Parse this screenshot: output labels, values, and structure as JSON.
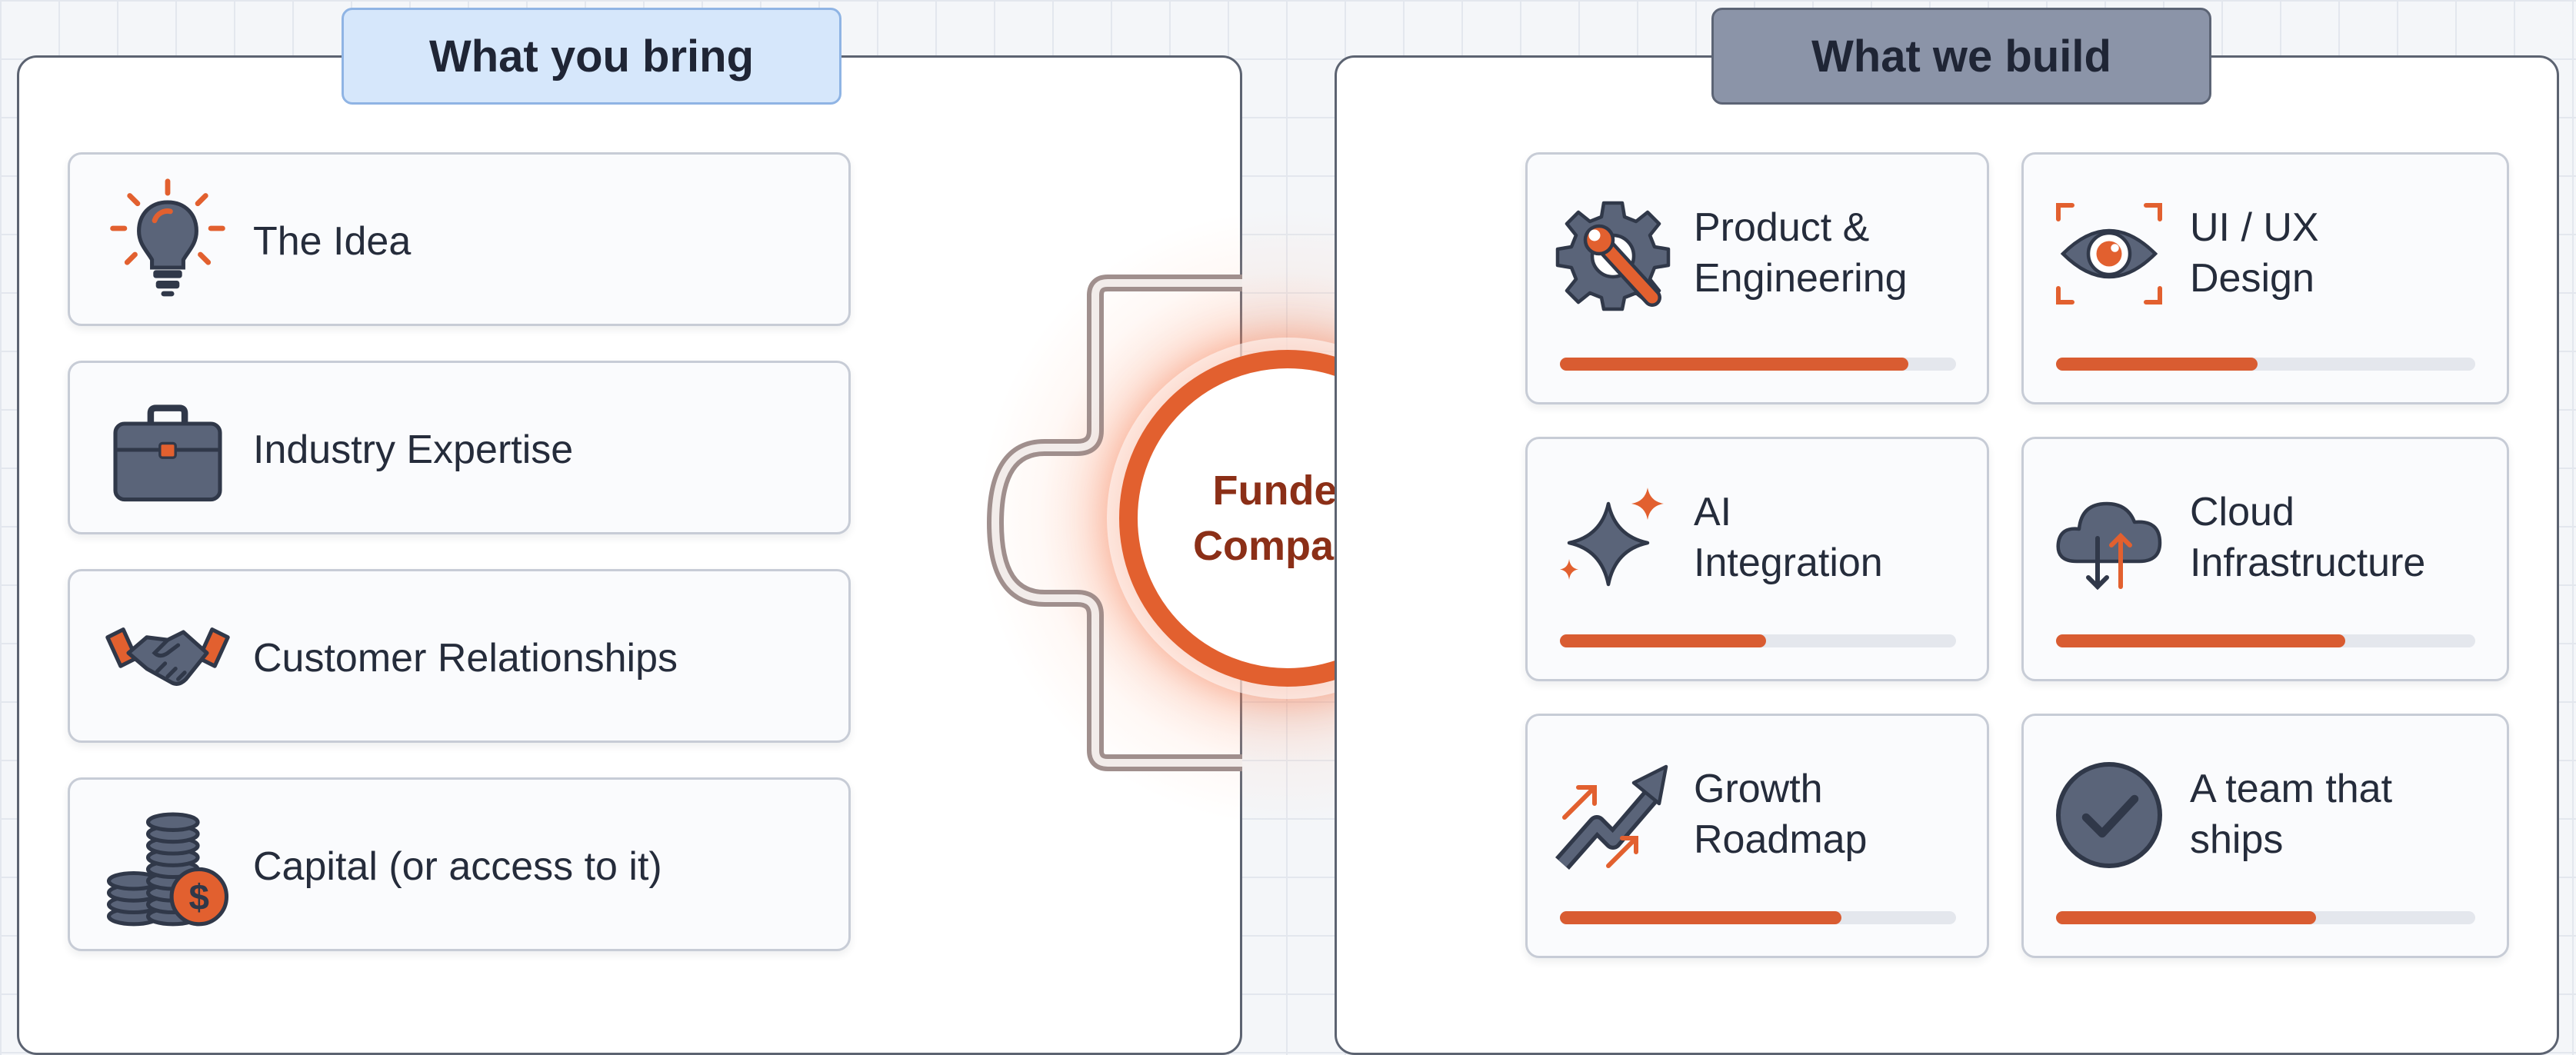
{
  "left_panel": {
    "title": "What you bring",
    "items": [
      {
        "label": "The Idea",
        "icon": "lightbulb-icon"
      },
      {
        "label": "Industry Expertise",
        "icon": "briefcase-icon"
      },
      {
        "label": "Customer Relationships",
        "icon": "handshake-icon"
      },
      {
        "label": "Capital (or access to it)",
        "icon": "coins-icon"
      }
    ]
  },
  "right_panel": {
    "title": "What we build",
    "items": [
      {
        "line1": "Product &",
        "line2": "Engineering",
        "icon": "gear-wrench-icon",
        "progress": 0.88
      },
      {
        "line1": "UI / UX",
        "line2": "Design",
        "icon": "eye-icon",
        "progress": 0.48
      },
      {
        "line1": "AI",
        "line2": "Integration",
        "icon": "sparkle-icon",
        "progress": 0.52
      },
      {
        "line1": "Cloud",
        "line2": "Infrastructure",
        "icon": "cloud-icon",
        "progress": 0.69
      },
      {
        "line1": "Growth",
        "line2": "Roadmap",
        "icon": "trend-up-icon",
        "progress": 0.71
      },
      {
        "line1": "A team that",
        "line2": "ships",
        "icon": "check-circle-icon",
        "progress": 0.62
      }
    ]
  },
  "center": {
    "line1": "Funded",
    "line2": "Company"
  },
  "colors": {
    "accent": "#e2602f",
    "accent_dark": "#8b2f17",
    "icon_slate": "#5a6479",
    "track": "#e4e7ed"
  }
}
